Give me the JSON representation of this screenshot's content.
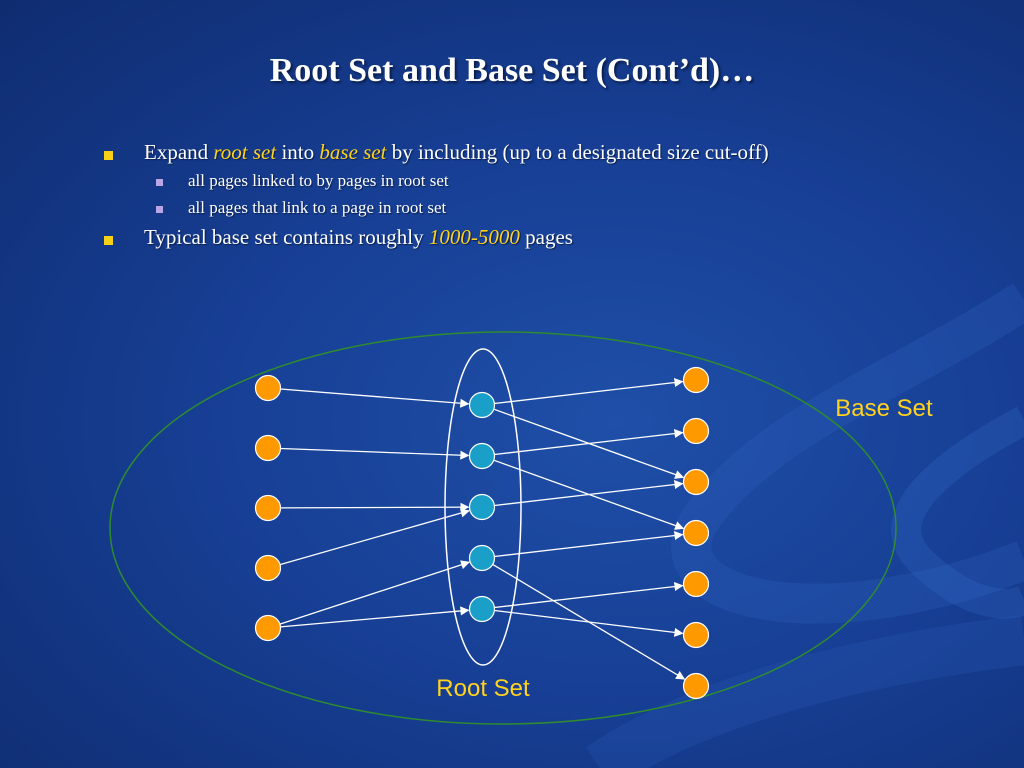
{
  "title": "Root Set and Base Set (Cont’d)…",
  "bullets": {
    "b1": {
      "prefix": "Expand ",
      "em1": "root set",
      "mid": " into ",
      "em2": "base set",
      "suffix": " by including (up to a designated size cut-off)"
    },
    "sub1": "all pages linked to by pages in root set",
    "sub2": "all pages that link to a page in root set",
    "b2": {
      "prefix": "Typical base set contains roughly ",
      "em": "1000-5000",
      "suffix": " pages"
    }
  },
  "diagram": {
    "base_set_label": "Base Set",
    "root_set_label": "Root Set",
    "colors": {
      "base_node": "#ff9900",
      "root_node": "#1aa0c8",
      "edge": "#ffffff",
      "outer_ellipse": "#2e8b2e",
      "label": "#ffd21e"
    },
    "left_nodes": [
      "L1",
      "L2",
      "L3",
      "L4",
      "L5"
    ],
    "root_nodes": [
      "R1",
      "R2",
      "R3",
      "R4",
      "R5"
    ],
    "right_nodes": [
      "T1",
      "T2",
      "T3",
      "T4",
      "T5",
      "T6",
      "T7"
    ],
    "edges": [
      [
        "L1",
        "R1"
      ],
      [
        "L2",
        "R2"
      ],
      [
        "L3",
        "R3"
      ],
      [
        "L4",
        "R3"
      ],
      [
        "L5",
        "R4"
      ],
      [
        "L5",
        "R5"
      ],
      [
        "R1",
        "T1"
      ],
      [
        "R1",
        "T3"
      ],
      [
        "R2",
        "T2"
      ],
      [
        "R2",
        "T4"
      ],
      [
        "R3",
        "T3"
      ],
      [
        "R4",
        "T4"
      ],
      [
        "R4",
        "T7"
      ],
      [
        "R5",
        "T5"
      ],
      [
        "R5",
        "T6"
      ]
    ]
  }
}
